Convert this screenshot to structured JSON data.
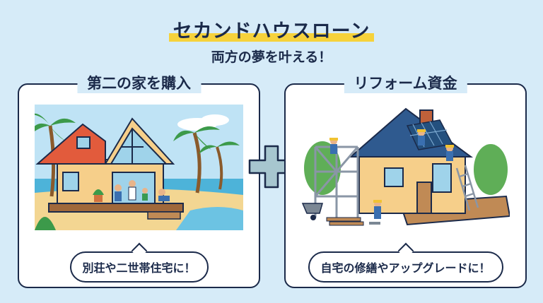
{
  "header": {
    "title": "セカンドハウスローン",
    "subtitle": "両方の夢を叶える！"
  },
  "panels": [
    {
      "heading": "第二の家を購入",
      "caption": "別荘や二世帯住宅に！"
    },
    {
      "heading": "リフォーム資金",
      "caption": "自宅の修繕やアップグレードに！"
    }
  ],
  "colors": {
    "background": "#d6ebf8",
    "ink": "#1b2a4a",
    "highlight": "#f6d23b",
    "plus": "#a7c6cf"
  }
}
